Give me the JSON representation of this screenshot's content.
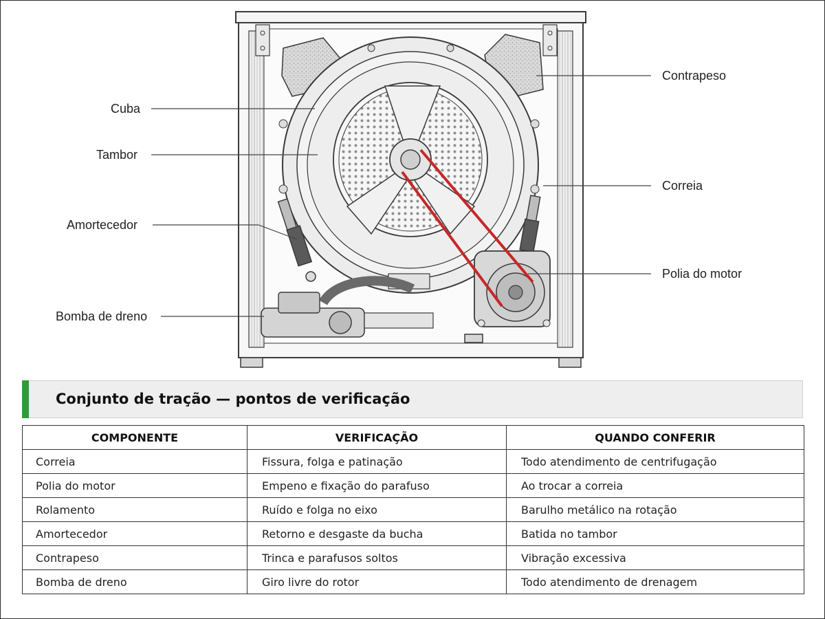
{
  "diagram": {
    "labels": {
      "cuba": "Cuba",
      "tambor": "Tambor",
      "amortecedor": "Amortecedor",
      "bomba_de_dreno": "Bomba de dreno",
      "contrapeso": "Contrapeso",
      "correia": "Correia",
      "polia_do_motor": "Polia do motor"
    },
    "colors": {
      "belt": "#c62828",
      "outline": "#3a3a3a"
    }
  },
  "section": {
    "title": "Conjunto de tração — pontos de verificação",
    "accent_color": "#2e9c3a"
  },
  "table": {
    "headers": [
      "COMPONENTE",
      "VERIFICAÇÃO",
      "QUANDO CONFERIR"
    ],
    "rows": [
      [
        "Correia",
        "Fissura, folga e patinação",
        "Todo atendimento de centrifugação"
      ],
      [
        "Polia do motor",
        "Empeno e fixação do parafuso",
        "Ao trocar a correia"
      ],
      [
        "Rolamento",
        "Ruído e folga no eixo",
        "Barulho metálico na rotação"
      ],
      [
        "Amortecedor",
        "Retorno e desgaste da bucha",
        "Batida no tambor"
      ],
      [
        "Contrapeso",
        "Trinca e parafusos soltos",
        "Vibração excessiva"
      ],
      [
        "Bomba de dreno",
        "Giro livre do rotor",
        "Todo atendimento de drenagem"
      ]
    ]
  }
}
